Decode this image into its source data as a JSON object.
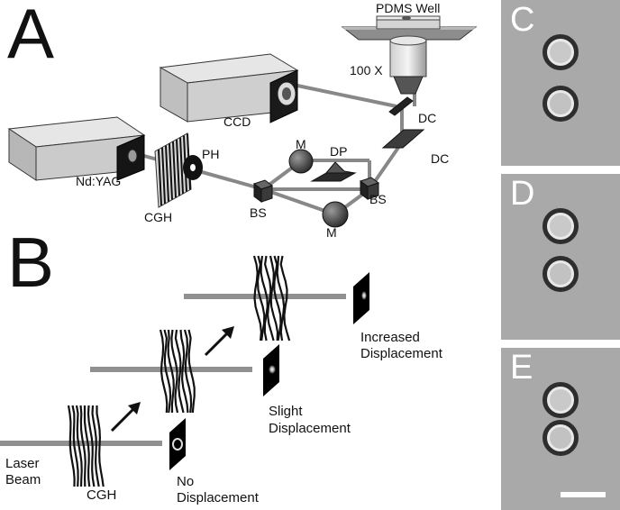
{
  "panels": {
    "a": "A",
    "b": "B",
    "c": "C",
    "d": "D",
    "e": "E"
  },
  "setup": {
    "pdms_well": "PDMS Well",
    "objective": "100 X",
    "ccd": "CCD",
    "dc_upper": "DC",
    "dc_lower": "DC",
    "laser": "Nd:YAG",
    "ph": "PH",
    "cgh": "CGH",
    "m_upper": "M",
    "dp": "DP",
    "bs_left": "BS",
    "bs_right": "BS",
    "m_lower": "M"
  },
  "schematic": {
    "laser_beam_1": "Laser",
    "laser_beam_2": "Beam",
    "cgh": "CGH",
    "no_disp_1": "No",
    "no_disp_2": "Displacement",
    "slight_1": "Slight",
    "slight_2": "Displacement",
    "increased_1": "Increased",
    "increased_2": "Displacement"
  },
  "colors": {
    "beam": "#909090",
    "micro_bg": "#a9a9a9",
    "scale_bar": "#ffffff"
  }
}
